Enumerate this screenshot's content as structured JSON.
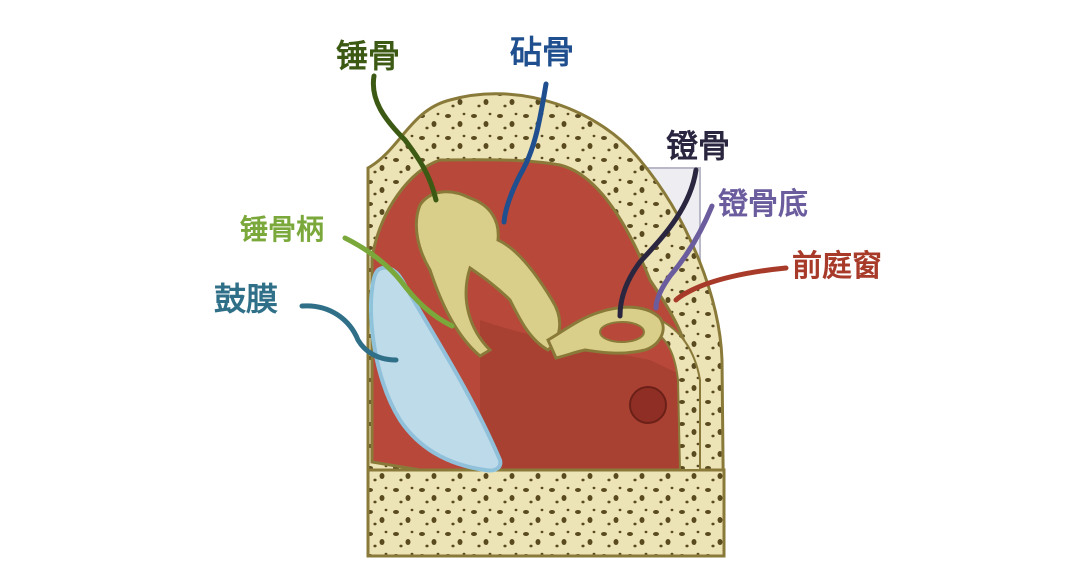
{
  "labels": {
    "malleus": "锤骨",
    "incus": "砧骨",
    "stapes": "镫骨",
    "stapes_footplate": "镫骨底",
    "oval_window": "前庭窗",
    "malleus_handle": "锤骨柄",
    "tympanic_membrane": "鼓膜"
  },
  "colors": {
    "malleus": "#3d5a14",
    "incus": "#1f4f8e",
    "stapes": "#2a2640",
    "stapes_footplate": "#6b5c9e",
    "oval_window": "#a83a2a",
    "malleus_handle": "#7aa83a",
    "tympanic_membrane": "#2f7088",
    "bone": "#ece3b6",
    "bone_outline": "#8a7a3a",
    "cavity": "#b8493a",
    "cavity_dark": "#8f2e24",
    "ossicle": "#d9cf8a",
    "membrane": "#bfe3f4"
  }
}
